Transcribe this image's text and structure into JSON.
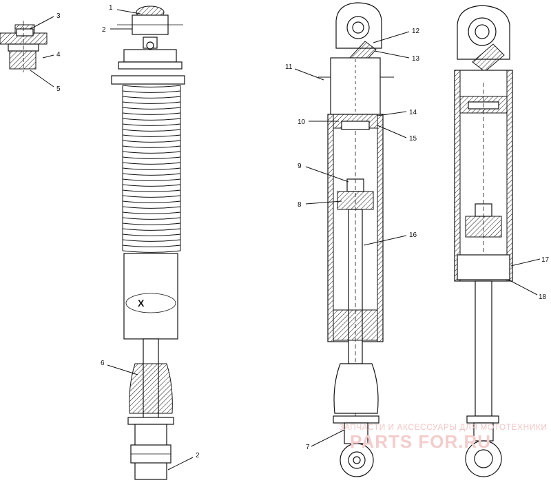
{
  "diagram": {
    "callouts": [
      "1",
      "2",
      "3",
      "4",
      "5",
      "6",
      "2",
      "11",
      "12",
      "13",
      "14",
      "10",
      "15",
      "9",
      "8",
      "16",
      "7",
      "17",
      "18"
    ]
  },
  "watermark": {
    "top_text": "ЗАПЧАСТИ И АКСЕССУАРЫ ДЛЯ МОТОТЕХНИКИ",
    "logo_text": "PARTS FOR.RU"
  }
}
